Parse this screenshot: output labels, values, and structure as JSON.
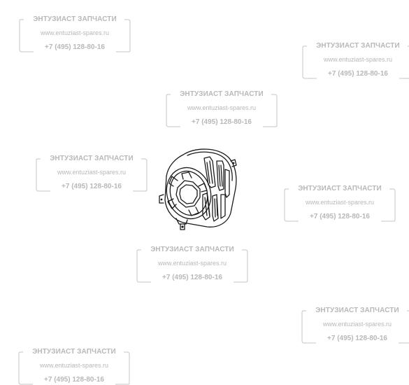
{
  "watermark": {
    "company": "ЭНТУЗИАСТ ЗАПЧАСТИ",
    "website": "www.entuziast-spares.ru",
    "phone": "+7 (495) 128-80-16"
  },
  "product_image": {
    "icon": "motor-stator-icon"
  }
}
